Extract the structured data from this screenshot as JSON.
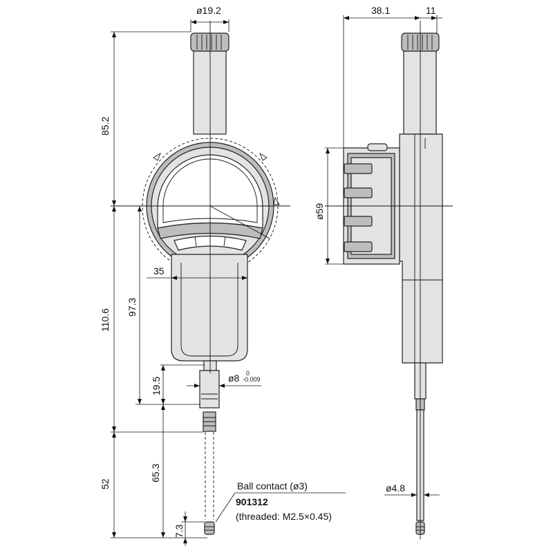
{
  "dimensions": {
    "spindle_top_dia": "ø19.2",
    "depth_38": "38.1",
    "depth_11": "11",
    "height_85": "85.2",
    "body_dia": "ø59",
    "radius_35": "35",
    "height_97": "97.3",
    "height_110": "110.6",
    "stem_19": "19.5",
    "stem_dia": "ø8",
    "stem_tol_upper": "0",
    "stem_tol_lower": "-0.009",
    "height_65": "65.3",
    "height_52": "52",
    "height_7": "7.3",
    "spindle_dia": "ø4.8"
  },
  "callout": {
    "title": "Ball contact (ø3)",
    "part_number": "901312",
    "note": "(threaded: M2.5×0.45)"
  }
}
